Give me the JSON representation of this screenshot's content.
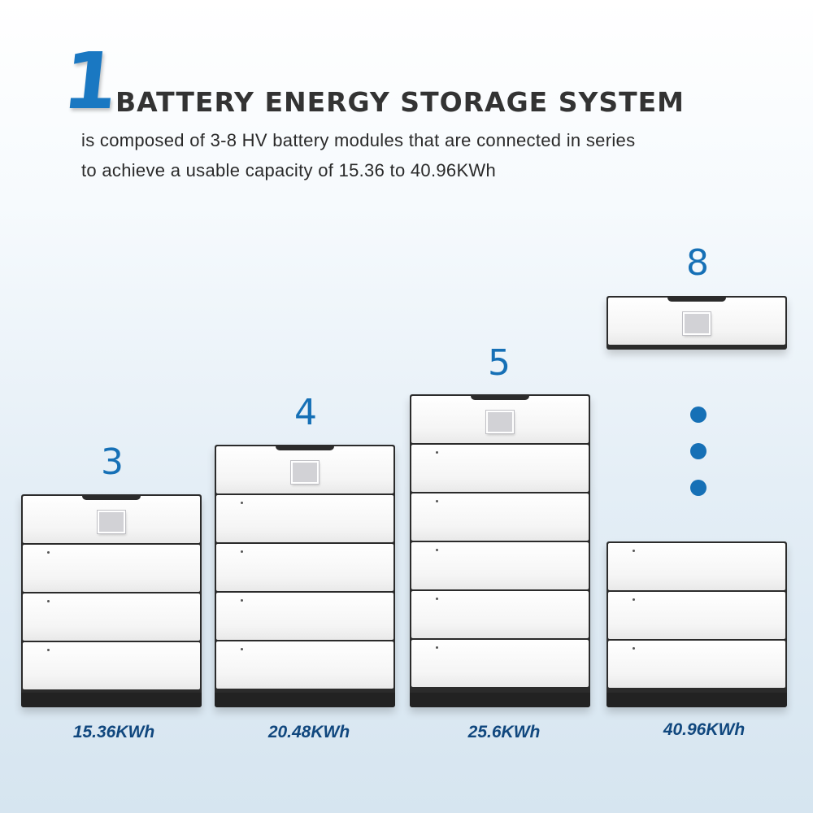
{
  "header": {
    "number": "1",
    "title": "BATTERY ENERGY STORAGE SYSTEM",
    "line1": "is composed of 3-8 HV battery modules that are connected in series",
    "line2": "to achieve a usable capacity of 15.36 to 40.96KWh"
  },
  "stacks": [
    {
      "count": "3",
      "capacity": "15.36KWh"
    },
    {
      "count": "4",
      "capacity": "20.48KWh"
    },
    {
      "count": "5",
      "capacity": "25.6KWh"
    },
    {
      "count": "8",
      "capacity": "40.96KWh"
    }
  ],
  "colors": {
    "accent": "#1670b6",
    "capacity_text": "#10477e",
    "headline": "#333333"
  }
}
